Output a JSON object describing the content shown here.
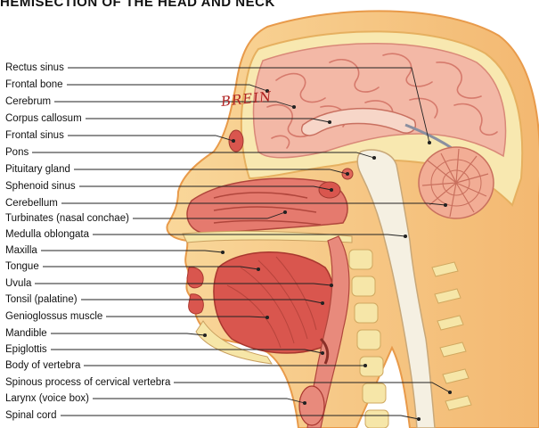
{
  "title": "HEMISECTION OF THE HEAD AND NECK",
  "annotation": "BREIN",
  "labels": [
    "Rectus sinus",
    "Frontal bone",
    "Cerebrum",
    "Corpus callosum",
    "Frontal sinus",
    "Pons",
    "Pituitary gland",
    "Sphenoid sinus",
    "Cerebellum",
    "Turbinates (nasal conchae)",
    "Medulla oblongata",
    "Maxilla",
    "Tongue",
    "Uvula",
    "Tonsil (palatine)",
    "Genioglossus muscle",
    "Mandible",
    "Epiglottis",
    "Body of vertebra",
    "Spinous process of cervical vertebra",
    "Larynx (voice box)",
    "Spinal cord"
  ],
  "colors": {
    "brain": "#f2b8a8",
    "gyri": "#e08878",
    "skin": "#f7c98a",
    "bone": "#f6e6a8",
    "muscle": "#d9564e",
    "cerebellum": "#f0a890",
    "spinal_cord": "#f4efe0",
    "label_line": "#222222",
    "annotation": "#b02020"
  }
}
